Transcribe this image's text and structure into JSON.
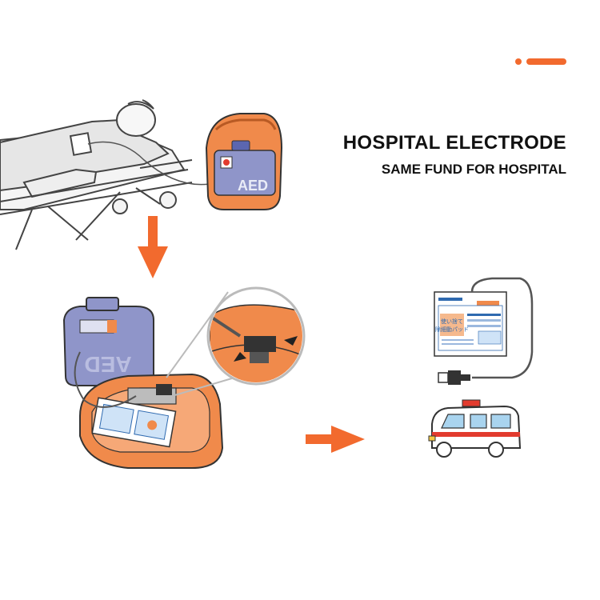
{
  "header": {
    "title": "HOSPITAL ELECTRODE",
    "subtitle": "SAME FUND FOR HOSPITAL"
  },
  "aed_device": {
    "label": "AED"
  },
  "open_case": {
    "lid_label": "AED"
  },
  "electrode_pad": {
    "package_text_line1": "使い捨て",
    "package_text_line2": "除細動パッド"
  },
  "colors": {
    "accent": "#f26a2e",
    "device_orange": "#f08a4b",
    "lid_blue": "#8f95c9",
    "outline": "#333333",
    "ambulance_red": "#e23b2e",
    "ambulance_window": "#a9d4ef"
  },
  "icons": {
    "down_arrow": "arrow-down-icon",
    "right_arrow": "arrow-right-icon"
  }
}
